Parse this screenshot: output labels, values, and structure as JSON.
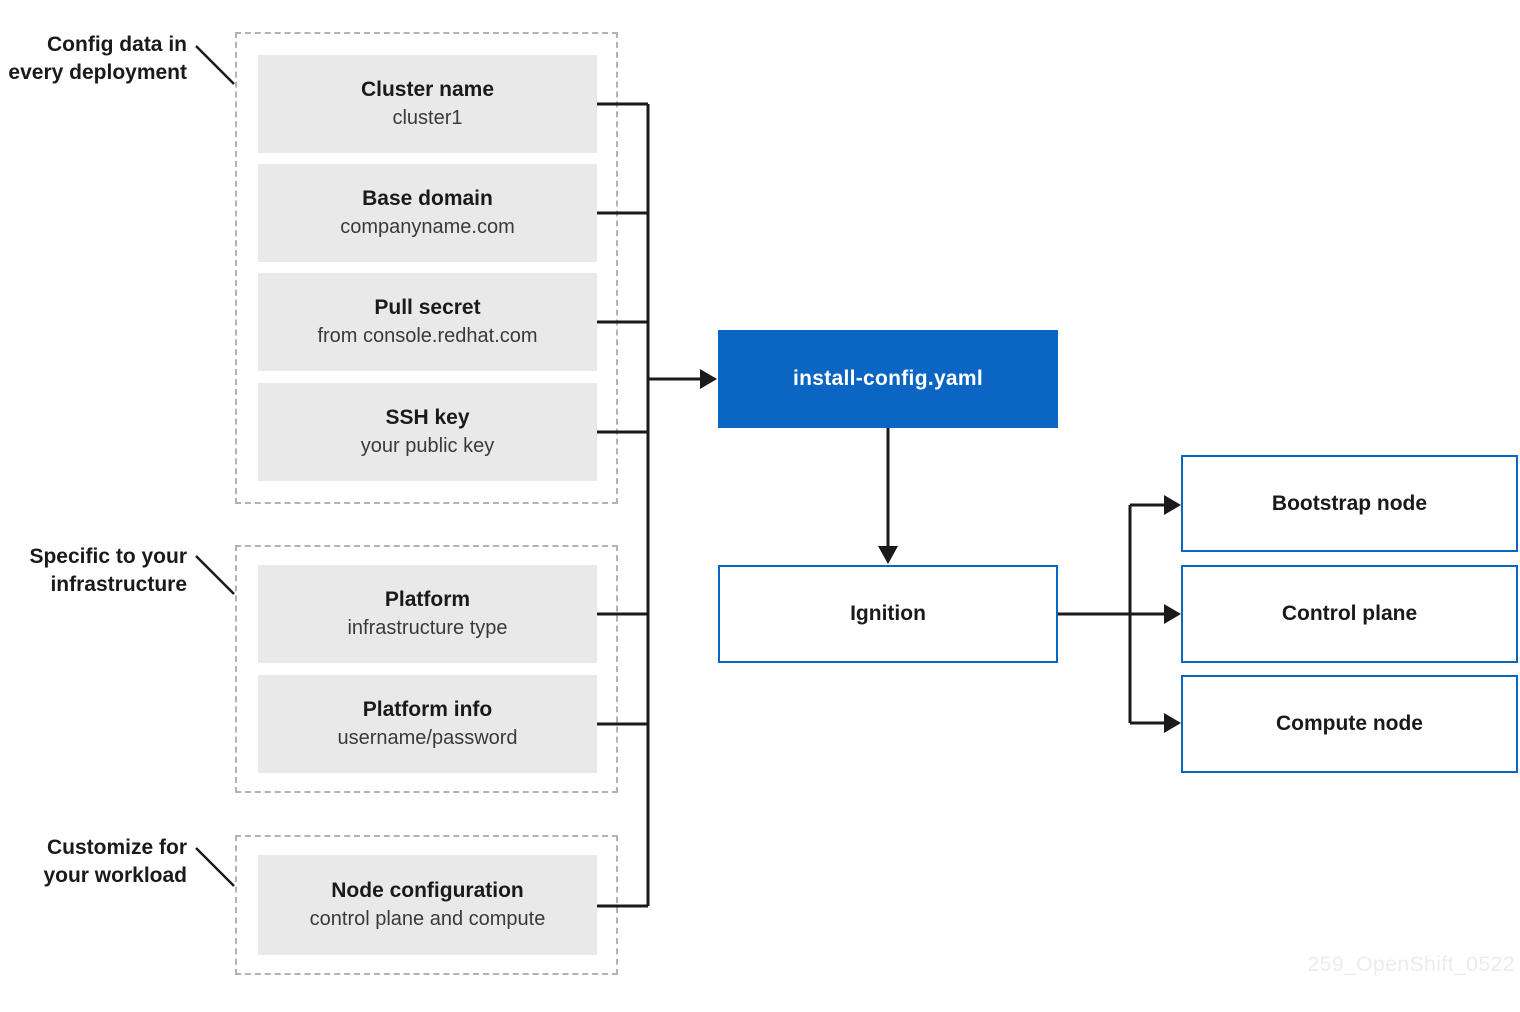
{
  "diagram": {
    "groups": [
      {
        "caption": [
          "Config data in",
          "every deployment"
        ],
        "items": [
          {
            "title": "Cluster name",
            "subtitle": "cluster1"
          },
          {
            "title": "Base domain",
            "subtitle": "companyname.com"
          },
          {
            "title": "Pull secret",
            "subtitle": "from console.redhat.com"
          },
          {
            "title": "SSH key",
            "subtitle": "your public key"
          }
        ]
      },
      {
        "caption": [
          "Specific to your",
          "infrastructure"
        ],
        "items": [
          {
            "title": "Platform",
            "subtitle": "infrastructure type"
          },
          {
            "title": "Platform info",
            "subtitle": "username/password"
          }
        ]
      },
      {
        "caption": [
          "Customize for",
          "your workload"
        ],
        "items": [
          {
            "title": "Node configuration",
            "subtitle": "control plane and compute"
          }
        ]
      }
    ],
    "center_nodes": [
      {
        "label": "install-config.yaml",
        "type": "primary"
      },
      {
        "label": "Ignition",
        "type": "outlined"
      }
    ],
    "output_nodes": [
      "Bootstrap node",
      "Control plane",
      "Compute node"
    ],
    "watermark": "259_OpenShift_0522",
    "colors": {
      "accent_blue": "#0b66c3",
      "box_gray": "#e9e9e9",
      "line_black": "#1a1a1a",
      "dashed_gray": "#b3b3b3",
      "text_dark": "#1a1a1a",
      "text_sub": "#3a3a3a",
      "watermark_gray": "#ececec",
      "canvas_bg": "#ffffff"
    }
  }
}
